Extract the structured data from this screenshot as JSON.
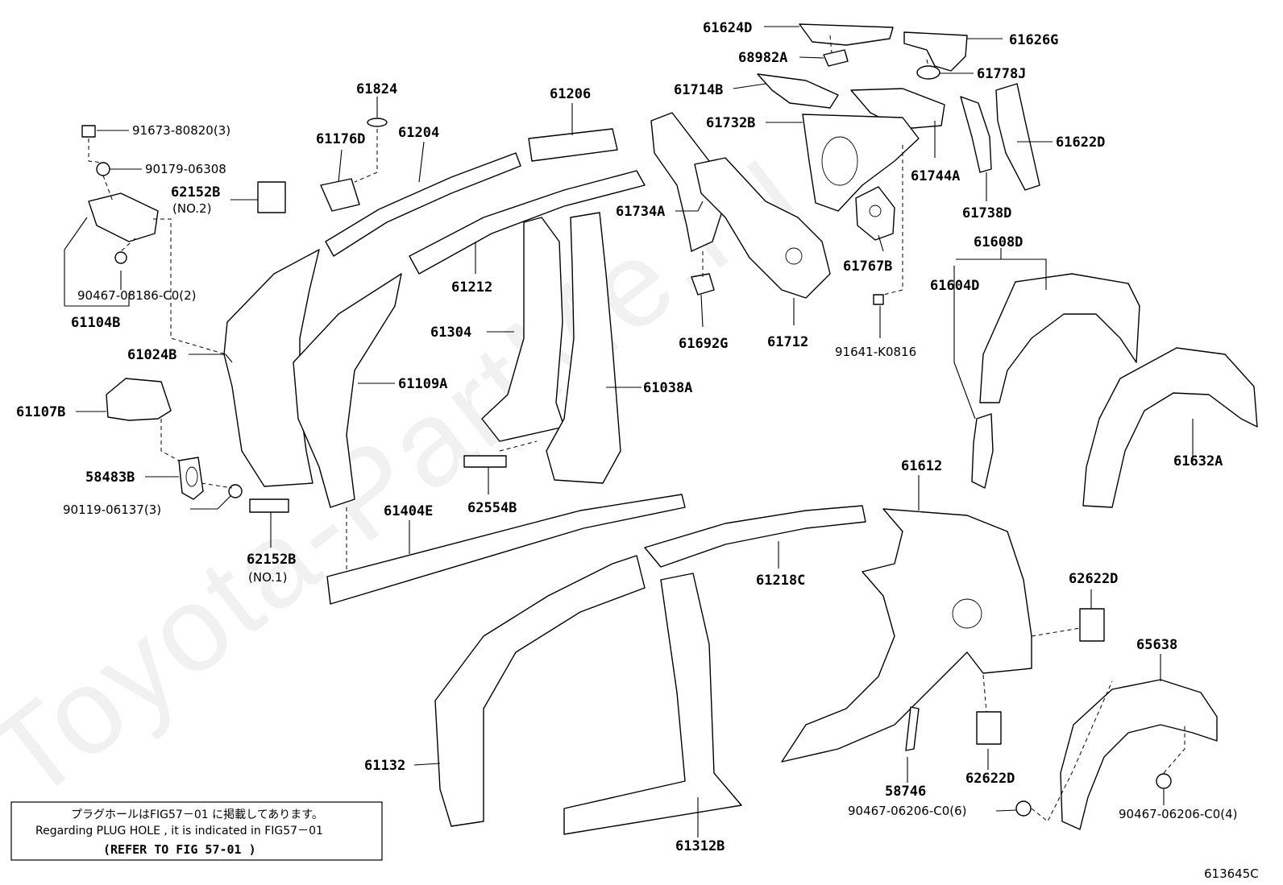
{
  "watermark": "Toyota-PartMe.ru",
  "note": {
    "line1": "プラグホールはFIG57－01 に掲載してあります。",
    "line2": "Regarding  PLUG HOLE , it is indicated in FIG57－01",
    "line3": "(REFER TO FIG 57-01 )"
  },
  "figure_code": "613645C",
  "labels": {
    "p61624D": "61624D",
    "p61626G": "61626G",
    "p68982A": "68982A",
    "p61778J": "61778J",
    "p61714B": "61714B",
    "p61732B": "61732B",
    "p61744A": "61744A",
    "p61622D": "61622D",
    "p61738D": "61738D",
    "p61734A": "61734A",
    "p61767B": "61767B",
    "p61608D": "61608D",
    "p61604D": "61604D",
    "p61692G": "61692G",
    "p61712": "61712",
    "p91641": "91641-K0816",
    "p61824": "61824",
    "p61206": "61206",
    "p61204": "61204",
    "p61176D": "61176D",
    "p91673": "91673-80820(3)",
    "p90179": "90179-06308",
    "p62152B2": "62152B",
    "p62152B2sub": "(NO.2)",
    "p90467a": "90467-08186-C0(2)",
    "p61104B": "61104B",
    "p61212": "61212",
    "p61304": "61304",
    "p61024B": "61024B",
    "p61109A": "61109A",
    "p61038A": "61038A",
    "p61107B": "61107B",
    "p58483B": "58483B",
    "p90119": "90119-06137(3)",
    "p62554B": "62554B",
    "p61404E": "61404E",
    "p62152B1": "62152B",
    "p62152B1sub": "(NO.1)",
    "p61612": "61612",
    "p61632A": "61632A",
    "p61218C": "61218C",
    "p62622Da": "62622D",
    "p65638": "65638",
    "p61132": "61132",
    "p58746": "58746",
    "p62622Db": "62622D",
    "p90467b": "90467-06206-C0(6)",
    "p90467c": "90467-06206-C0(4)",
    "p61312B": "61312B"
  }
}
